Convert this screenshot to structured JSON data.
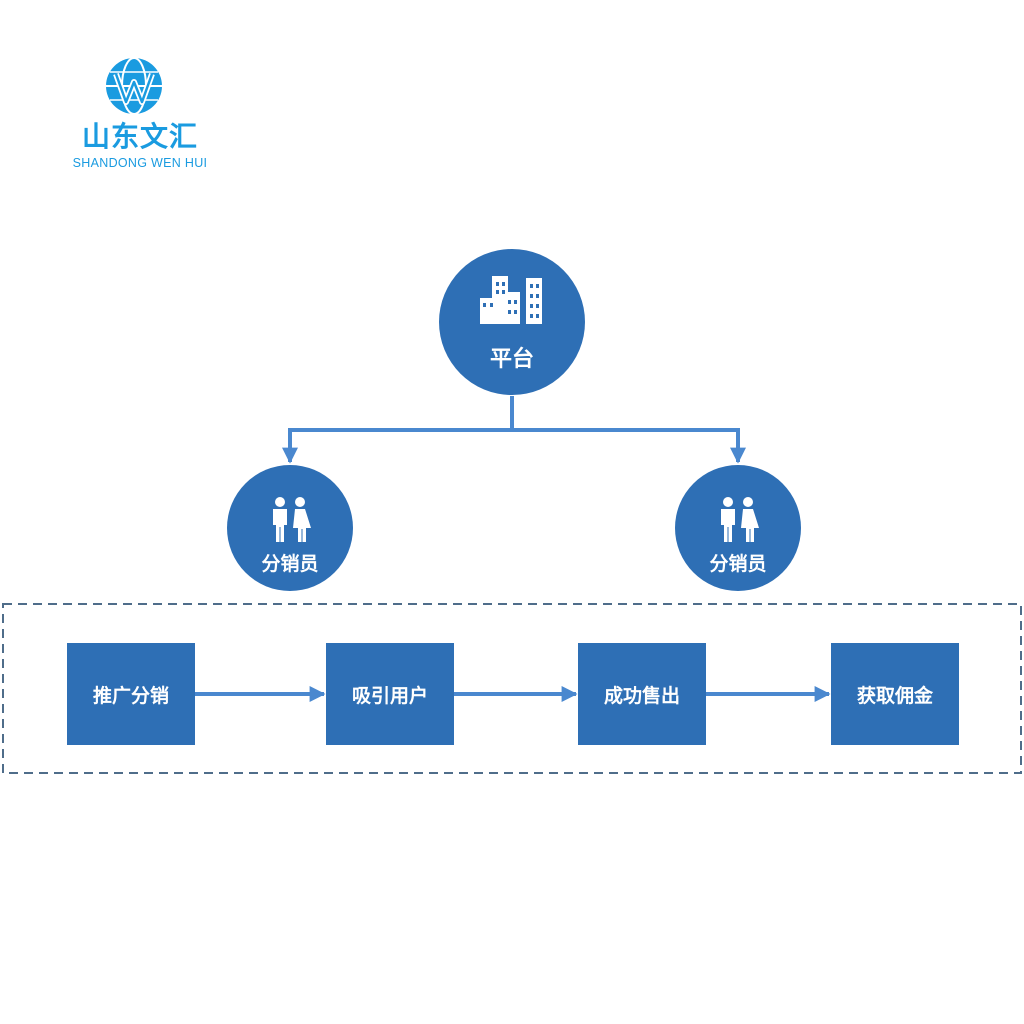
{
  "logo": {
    "name_cn": "山东文汇",
    "name_en": "SHANDONG WEN HUI",
    "color": "#1a9be0"
  },
  "diagram": {
    "platform": {
      "label": "平台",
      "icon": "buildings-icon"
    },
    "distributors": [
      {
        "label": "分销员",
        "icon": "people-icon"
      },
      {
        "label": "分销员",
        "icon": "people-icon"
      }
    ],
    "flow_steps": [
      {
        "label": "推广分销"
      },
      {
        "label": "吸引用户"
      },
      {
        "label": "成功售出"
      },
      {
        "label": "获取佣金"
      }
    ],
    "colors": {
      "node_fill": "#2e6fb5",
      "connector": "#4a88cf",
      "dashed_border": "#4f6d8a",
      "text": "#ffffff"
    }
  }
}
